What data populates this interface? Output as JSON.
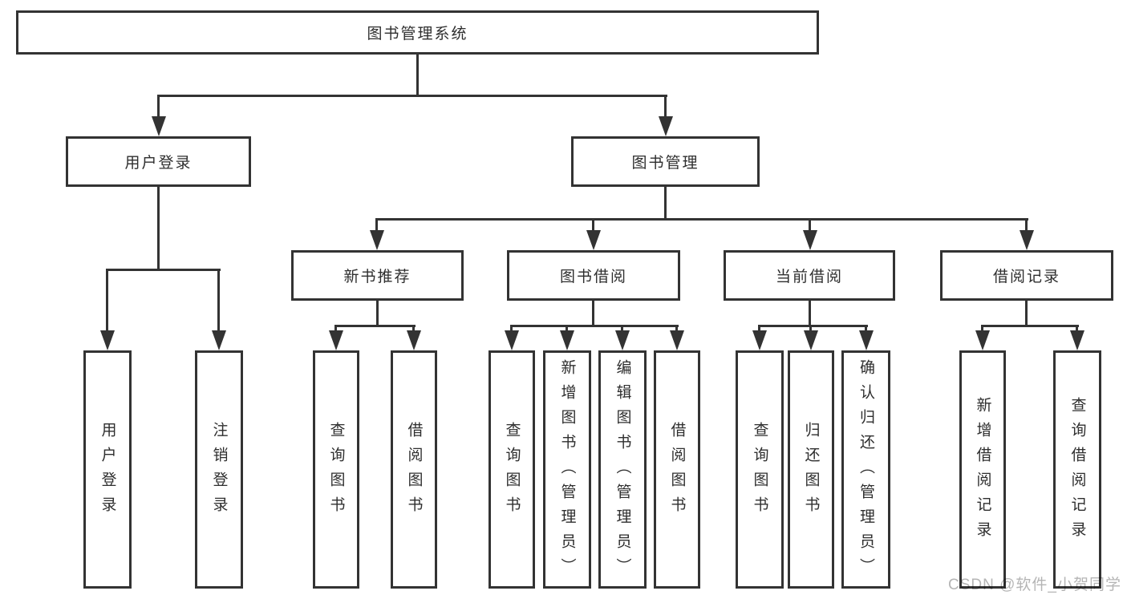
{
  "colors": {
    "line": "#333333",
    "text": "#2e2e2e",
    "background": "#ffffff",
    "watermark_text": "#b5b5b5"
  },
  "tree": {
    "root": "图书管理系统",
    "level2": [
      "用户登录",
      "图书管理"
    ],
    "level3": [
      "新书推荐",
      "图书借阅",
      "当前借阅",
      "借阅记录"
    ],
    "leaves": [
      "用户登录",
      "注销登录",
      "查询图书",
      "借阅图书",
      "查询图书",
      "新增图书（管理员）",
      "编辑图书（管理员）",
      "借阅图书",
      "查询图书",
      "归还图书",
      "确认归还（管理员）",
      "新增借阅记录",
      "查询借阅记录"
    ],
    "edges": {
      "图书管理系统": [
        "用户登录",
        "图书管理"
      ],
      "用户登录": [
        "用户登录",
        "注销登录"
      ],
      "图书管理": [
        "新书推荐",
        "图书借阅",
        "当前借阅",
        "借阅记录"
      ],
      "新书推荐": [
        "查询图书",
        "借阅图书"
      ],
      "图书借阅": [
        "查询图书",
        "新增图书（管理员）",
        "编辑图书（管理员）",
        "借阅图书"
      ],
      "当前借阅": [
        "查询图书",
        "归还图书",
        "确认归还（管理员）"
      ],
      "借阅记录": [
        "新增借阅记录",
        "查询借阅记录"
      ]
    }
  },
  "watermark": "CSDN @软件_小贺同学"
}
